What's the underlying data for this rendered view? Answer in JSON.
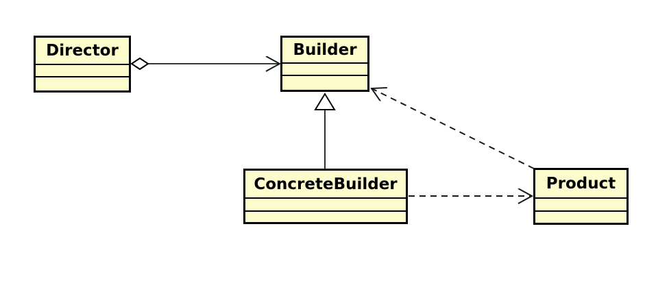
{
  "diagram": {
    "kind": "uml-class-diagram",
    "pattern": "Builder",
    "background_color": "#ffffff",
    "class_fill_color": "#fcfccd",
    "class_border_color": "#000000",
    "line_color": "#1a1a1a",
    "classes": [
      {
        "id": "director",
        "name": "Director",
        "attributes": [],
        "methods": []
      },
      {
        "id": "builder",
        "name": "Builder",
        "attributes": [],
        "methods": []
      },
      {
        "id": "concretebuilder",
        "name": "ConcreteBuilder",
        "attributes": [],
        "methods": []
      },
      {
        "id": "product",
        "name": "Product",
        "attributes": [],
        "methods": []
      }
    ],
    "relationships": [
      {
        "from": "Director",
        "to": "Builder",
        "type": "aggregation",
        "line": "solid",
        "arrowhead": "open",
        "diamond_at": "Director"
      },
      {
        "from": "ConcreteBuilder",
        "to": "Builder",
        "type": "generalization",
        "line": "solid",
        "arrowhead": "hollow-triangle"
      },
      {
        "from": "ConcreteBuilder",
        "to": "Product",
        "type": "dependency",
        "line": "dashed",
        "arrowhead": "open"
      },
      {
        "from": "Product",
        "to": "Builder",
        "type": "dependency",
        "line": "dashed",
        "arrowhead": "open"
      }
    ]
  }
}
